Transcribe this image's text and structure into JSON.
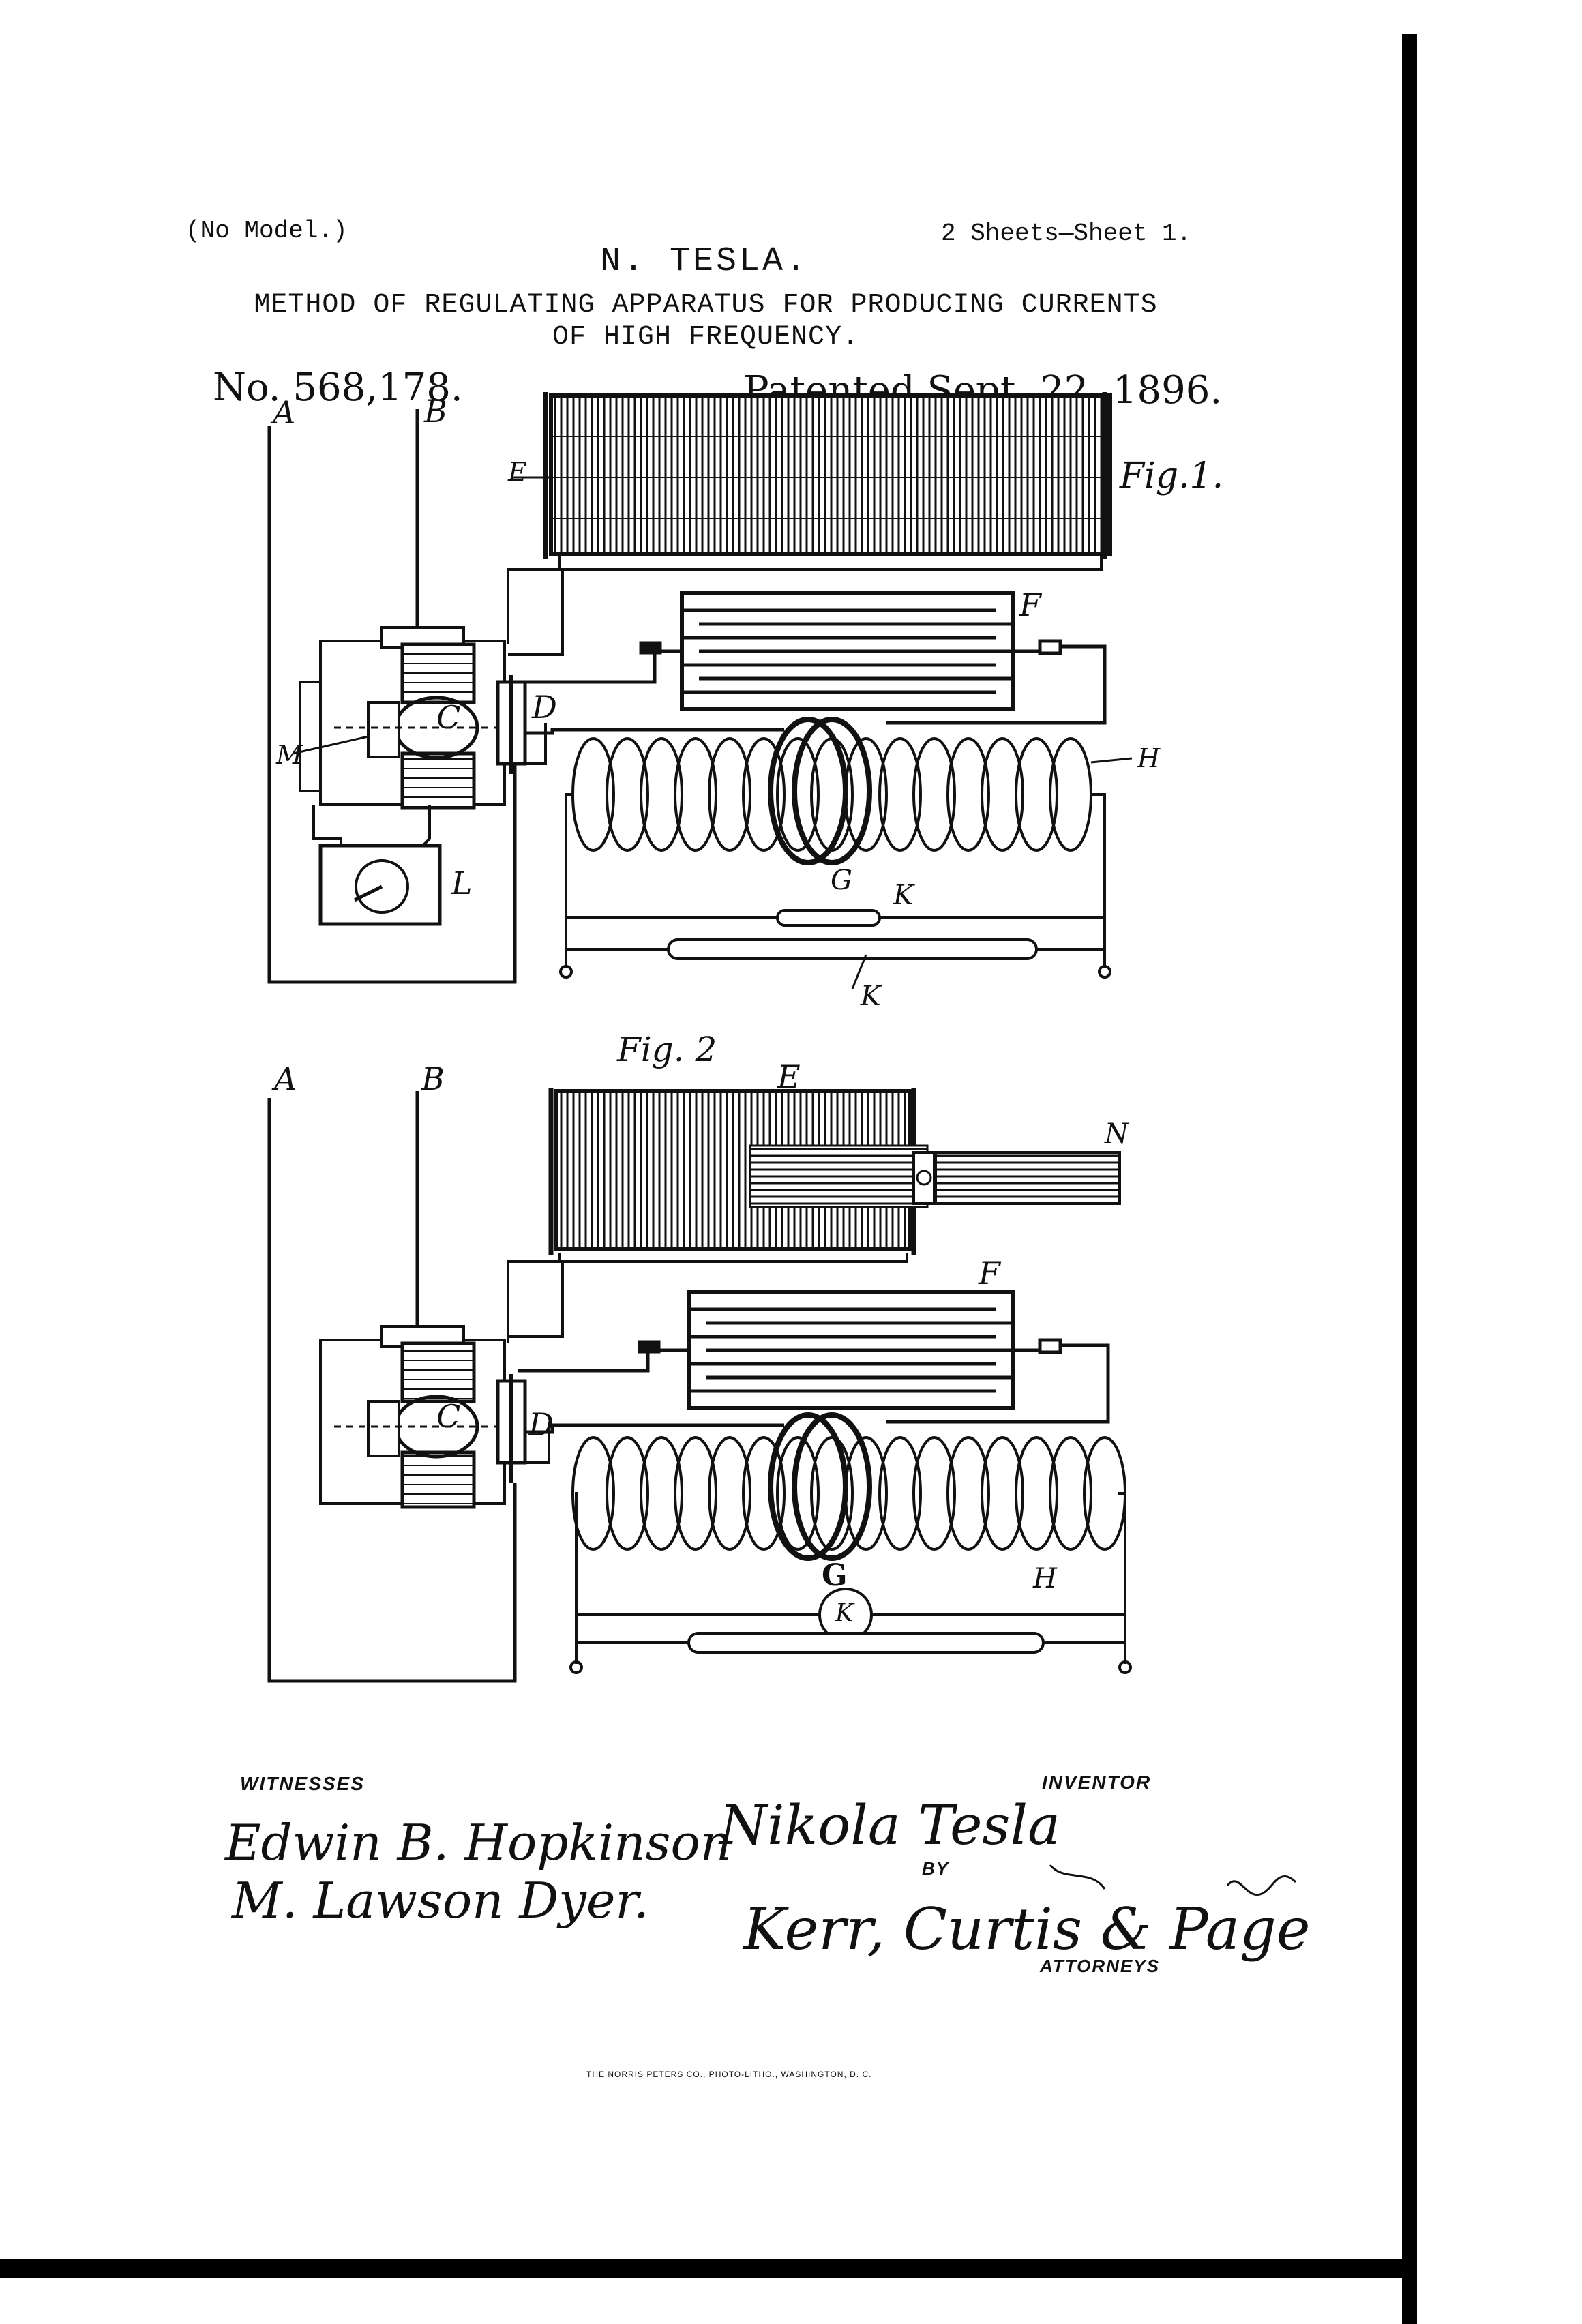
{
  "header": {
    "no_model": "(No Model.)",
    "sheets": "2 Sheets—Sheet 1.",
    "inventor_name": "N. TESLA.",
    "title_line1": "METHOD OF REGULATING APPARATUS FOR PRODUCING CURRENTS",
    "title_line2": "OF HIGH FREQUENCY.",
    "patent_number": "No. 568,178.",
    "patent_date": "Patented Sept. 22, 1896."
  },
  "fig1": {
    "fig_label": "Fig.1.",
    "labels": {
      "A": "A",
      "B": "B",
      "C": "C",
      "D": "D",
      "E": "E",
      "F": "F",
      "G": "G",
      "H": "H",
      "K1": "K",
      "K2": "K",
      "L": "L",
      "M": "M"
    }
  },
  "fig2": {
    "fig_label": "Fig. 2",
    "labels": {
      "A": "A",
      "B": "B",
      "C": "C",
      "D": "D",
      "E": "E",
      "F": "F",
      "G": "G",
      "H": "H",
      "K": "K",
      "N": "N"
    }
  },
  "signatures": {
    "witnesses_label": "WITNESSES",
    "witness1": "Edwin B. Hopkinson",
    "witness2": "M. Lawson Dyer.",
    "inventor_label": "INVENTOR",
    "inventor": "Nikola Tesla",
    "by": "BY",
    "attorneys": "Kerr, Curtis & Page",
    "attorneys_label": "ATTORNEYS"
  },
  "footer": {
    "printer": "THE NORRIS PETERS CO., PHOTO-LITHO., WASHINGTON, D. C."
  }
}
